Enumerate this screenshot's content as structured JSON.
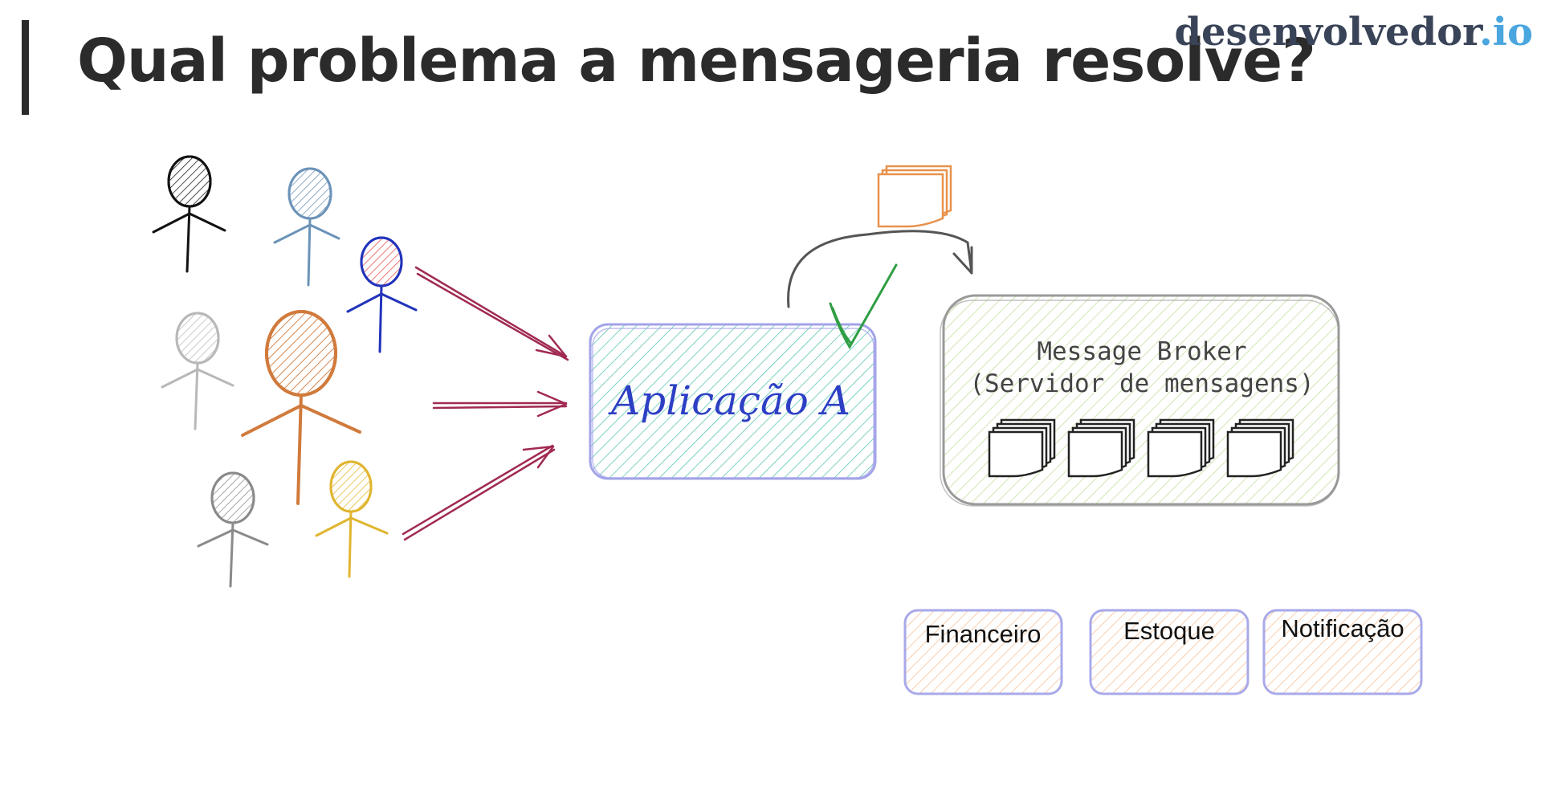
{
  "slide": {
    "title": "Qual problema a mensageria resolve?",
    "logo": {
      "part1": "desenvolvedor",
      "part2": ".io"
    }
  },
  "diagram": {
    "application": {
      "label": "Aplicação A"
    },
    "broker": {
      "line1": "Message Broker",
      "line2": "(Servidor de mensagens)"
    },
    "services": [
      {
        "label": "Financeiro"
      },
      {
        "label": "Estoque"
      },
      {
        "label": "Notificação"
      }
    ]
  },
  "colors": {
    "title": "#2b2b2b",
    "logo_dark": "#3a4458",
    "logo_accent": "#4aa6df",
    "arrow": "#a02a52",
    "app_hatch": "#5bc7b4",
    "app_border": "#a3a3e8",
    "broker_hatch": "#c5e0a0",
    "broker_border": "#9a9a9a",
    "service_hatch": "#f6b98a",
    "service_border": "#a9a9ea",
    "check": "#2f9e44",
    "message": "#e8914c"
  },
  "people": [
    {
      "color": "#111111",
      "icon": "person-icon"
    },
    {
      "color": "#6b93b8",
      "icon": "person-icon"
    },
    {
      "color": "#e44b4b",
      "outline": "#2233bb",
      "icon": "person-icon"
    },
    {
      "color": "#b8b8b8",
      "icon": "person-icon"
    },
    {
      "color": "#d07a3c",
      "icon": "person-icon"
    },
    {
      "color": "#8a8a8a",
      "icon": "person-icon"
    },
    {
      "color": "#e0b530",
      "icon": "person-icon"
    }
  ]
}
